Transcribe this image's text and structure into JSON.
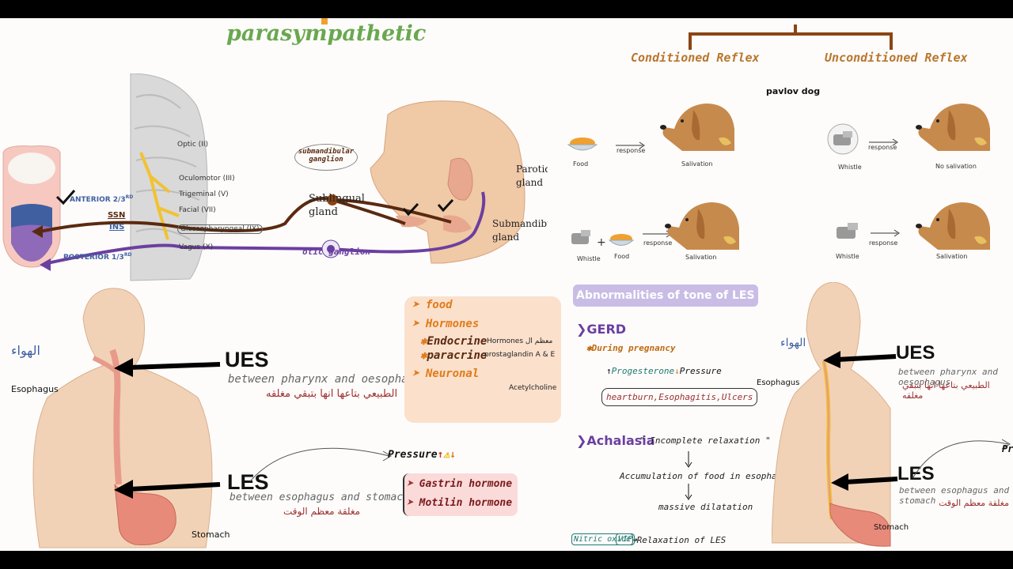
{
  "header": {
    "title": "parasympathetic"
  },
  "reflex": {
    "conditioned": "Conditioned Reflex",
    "unconditioned": "Unconditioned Reflex",
    "pavlov": "pavlov dog",
    "panels": {
      "food": "Food",
      "response": "response",
      "salivation": "Salivation",
      "whistle": "Whistle",
      "no_salivation": "No salivation",
      "plus": "+"
    }
  },
  "anatomy": {
    "nerves": [
      "Optic (II)",
      "Oculomotor (III)",
      "Trigeminal (V)",
      "Facial (VII)",
      "Glossopharyngeal (IX)",
      "Vagus (X)"
    ],
    "anterior": "ANTERIOR 2/3",
    "anterior_sup": "RD",
    "posterior": "POSTERIOR 1/3",
    "posterior_sup": "RD",
    "ssn": "SSN",
    "ins": "INS",
    "submandibular_ganglion": "submandibular ganglion",
    "otic_ganglion": "otic ganglion",
    "sublingual_gland": "Sublingual gland",
    "parotid_gland": "Parotid gland",
    "submandibular_gland": "Submandibular gland"
  },
  "esophagus_left": {
    "air": "الهواء",
    "esophagus": "Esophagus",
    "stomach": "Stomach",
    "ues": "UES",
    "ues_desc": "between pharynx and oesophagus",
    "ues_ar": "الطبيعي بتاعها انها بتبقي مغلقه",
    "les": "LES",
    "les_desc": "between esophagus and stomach",
    "les_ar": "مغلقة معظم الوقت"
  },
  "control": {
    "food": "food",
    "hormones": "Hormones",
    "endocrine": "Endocrine",
    "endocrine_note": "Hormones معظم ال",
    "paracrine": "paracrine",
    "paracrine_note": "prostaglandin A & E",
    "neuronal": "Neuronal",
    "neuronal_note": "Acetylcholine"
  },
  "pressure": {
    "label": "Pressure",
    "gastrin": "Gastrin hormone",
    "motilin": "Motilin hormone"
  },
  "abnormalities": {
    "title": "Abnormalities of tone of LES",
    "gerd": "GERD",
    "pregnancy": "During pregnancy",
    "progesterone": "Progesterone",
    "pressure": "Pressure",
    "box": "heartburn,Esophagitis,Ulcers",
    "achalasia": "Achalasia",
    "achalasia_quote": "\" Incomplete relaxation \"",
    "accumulation": "Accumulation of food in esophagus",
    "dilatation": "massive dilatation",
    "nitric": "Nitric oxide",
    "vip": "VIP",
    "relaxation": "Relaxation of LES"
  },
  "esophagus_right": {
    "air": "الهواء",
    "esophagus": "Esophagus",
    "stomach": "Stomach",
    "ues": "UES",
    "ues_desc": "between pharynx and oesophagus",
    "ues_ar": "الطبيعي بتاعها انها بتبقي مغلقه",
    "les": "LES",
    "les_desc": "between esophagus and stomach",
    "les_ar": "مغلقة معظم الوقت",
    "pre": "Pre"
  },
  "colors": {
    "green": "#6aa84f",
    "brown": "#6b3a15",
    "purple": "#6b3fa0",
    "orange": "#e07b1a",
    "dark_red": "#9b2f2f",
    "skin": "#f2d2b6"
  }
}
